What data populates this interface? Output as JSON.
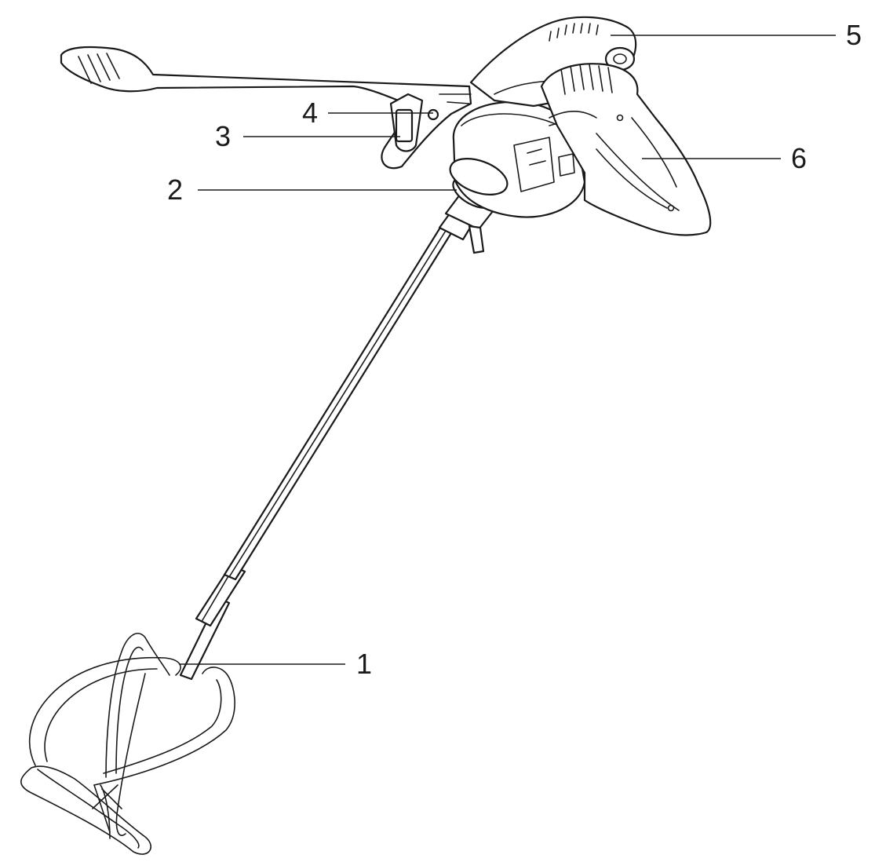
{
  "labels": {
    "l1": "1",
    "l2": "2",
    "l3": "3",
    "l4": "4",
    "l5": "5",
    "l6": "6"
  },
  "colors": {
    "line": "#1a1a1a",
    "background": "#ffffff"
  }
}
